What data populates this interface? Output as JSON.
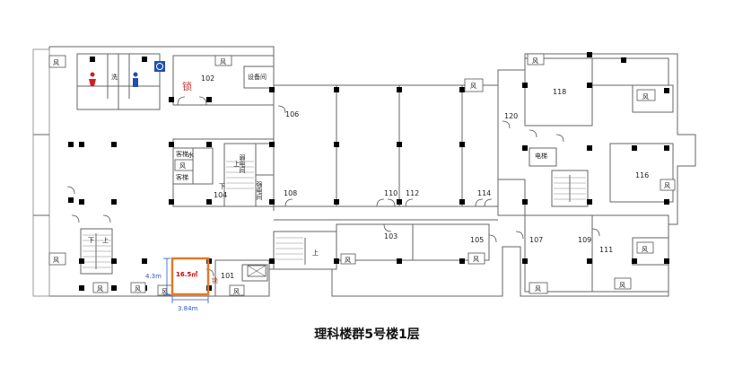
{
  "title": "理科楼群5号楼1层",
  "rooms": {
    "r101": "101",
    "r102": "102",
    "r103": "103",
    "r104": "104",
    "r105": "105",
    "r106": "106",
    "r107": "107",
    "r108": "108",
    "r109": "109",
    "r110": "110",
    "r111": "111",
    "r112": "112",
    "r114": "114",
    "r116": "116",
    "r118": "118",
    "r120": "120"
  },
  "labels": {
    "feng": "风",
    "men": "门",
    "equipment_room": "设备间",
    "lock": "锁",
    "water": "水",
    "passenger_elevator": "客梯",
    "weak_current_room": "弱电间",
    "strong_current_room": "强电间",
    "elevator_room": "电梯",
    "up": "上",
    "down": "下",
    "wash": "洗"
  },
  "highlight": {
    "area": "16.5㎡",
    "height": "4.3m",
    "width": "3.84m"
  },
  "colors": {
    "wall": "#555555",
    "column": "#000000",
    "highlight": "#e07a2a",
    "area_text": "#cc0000",
    "dimension": "#2a56c6",
    "female": "#d02020",
    "male": "#1f4fb0",
    "accessible": "#1f4fb0"
  }
}
